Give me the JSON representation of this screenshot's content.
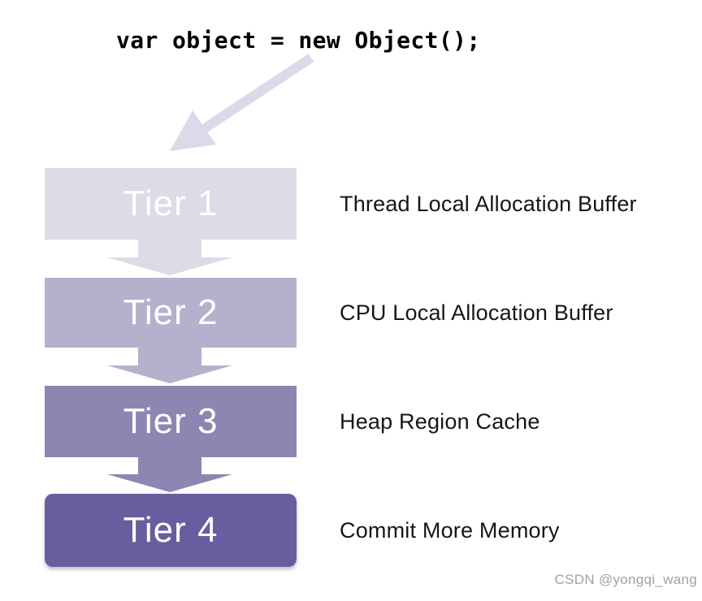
{
  "code_line": "var object = new Object();",
  "tiers": [
    {
      "name": "Tier 1",
      "description": "Thread Local Allocation Buffer"
    },
    {
      "name": "Tier 2",
      "description": "CPU Local Allocation Buffer"
    },
    {
      "name": "Tier 3",
      "description": "Heap Region Cache"
    },
    {
      "name": "Tier 4",
      "description": "Commit More Memory"
    }
  ],
  "colors": {
    "tier1": "#dcdbe6",
    "tier2": "#b5b0cc",
    "tier3": "#8d86b2",
    "tier4": "#675e9f",
    "arrow_light": "#dcdae9",
    "code_text": "#000000",
    "label_text": "#161616",
    "watermark_text": "#a2a2a2"
  },
  "watermark": "CSDN @yongqi_wang"
}
